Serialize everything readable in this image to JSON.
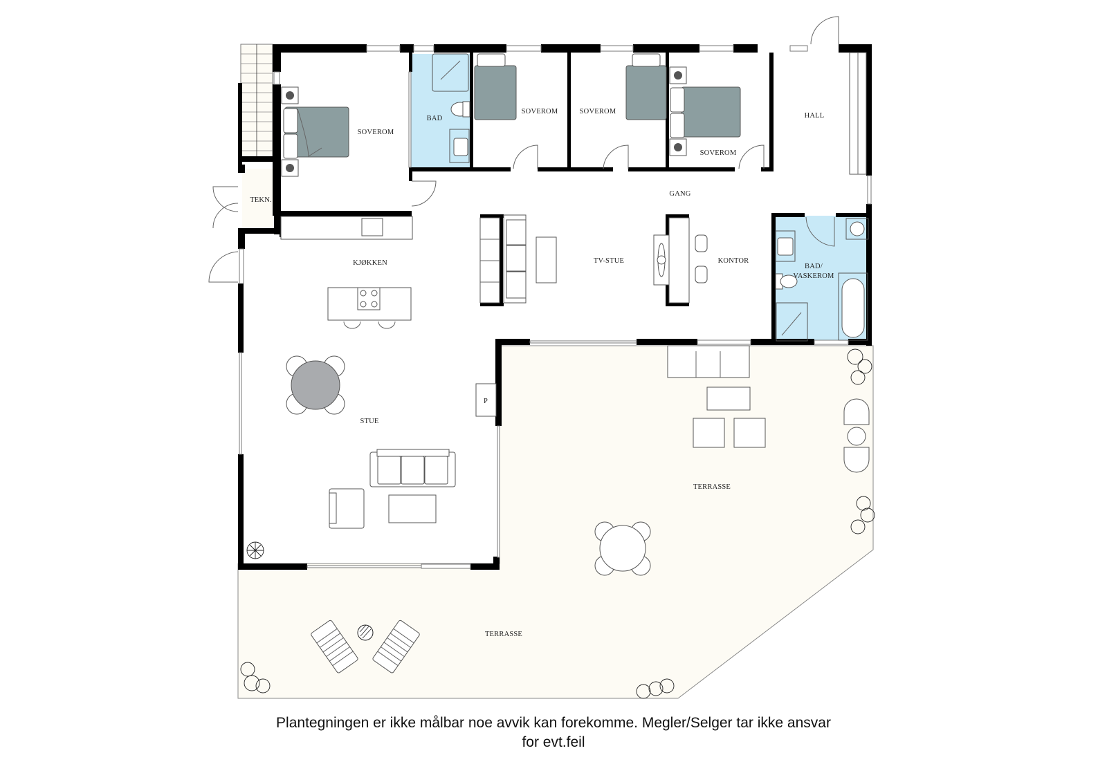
{
  "colors": {
    "wall": "#000000",
    "wet_room": "#c8e9f7",
    "outdoor": "#fdfbf4",
    "bed": "#8c9ea0",
    "dining_table": "#a9abae",
    "background": "#ffffff"
  },
  "rooms": {
    "soverom_1": "SOVEROM",
    "bad": "BAD",
    "soverom_2": "SOVEROM",
    "soverom_3": "SOVEROM",
    "soverom_4": "SOVEROM",
    "hall": "HALL",
    "tekn": "TEKN.",
    "gang": "GANG",
    "kjokken": "KJØKKEN",
    "tv_stue": "TV-STUE",
    "kontor": "KONTOR",
    "bad_vaskerom_line1": "BAD/",
    "bad_vaskerom_line2": "VASKEROM",
    "stue": "STUE",
    "terrasse_east": "TERRASSE",
    "terrasse_south": "TERRASSE",
    "pipe": "P"
  },
  "disclaimer": {
    "line1": "Plantegningen er ikke målbar noe avvik kan forekomme. Megler/Selger tar ikke ansvar",
    "line2": "for evt.feil"
  }
}
